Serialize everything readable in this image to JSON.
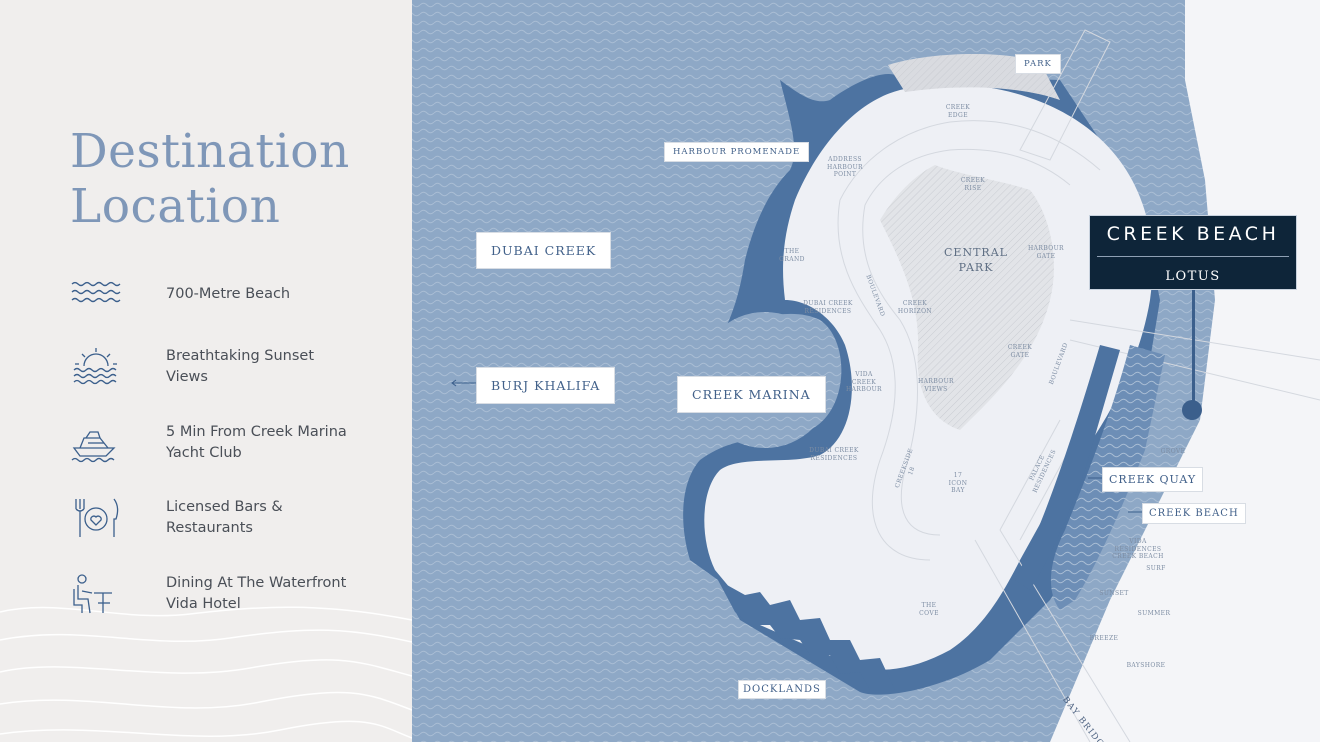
{
  "title": {
    "line1": "Destination",
    "line2": "Location"
  },
  "features": [
    {
      "icon": "waves-icon",
      "line1": "700-Metre Beach",
      "line2": ""
    },
    {
      "icon": "sunset-icon",
      "line1": "Breathtaking Sunset",
      "line2": "Views"
    },
    {
      "icon": "yacht-icon",
      "line1": "5 Min From Creek Marina",
      "line2": "Yacht Club"
    },
    {
      "icon": "restaurant-icon",
      "line1": "Licensed Bars &",
      "line2": "Restaurants"
    },
    {
      "icon": "dining-icon",
      "line1": "Dining At The Waterfront",
      "line2": "Vida Hotel"
    }
  ],
  "map": {
    "labels": {
      "park": "PARK",
      "harbour_promenade": "HARBOUR PROMENADE",
      "dubai_creek": "DUBAI CREEK",
      "burj_khalifa": "BURJ KHALIFA",
      "creek_marina": "CREEK MARINA",
      "creek_quay": "CREEK QUAY",
      "creek_beach_small": "CREEK BEACH",
      "docklands": "DOCKLANDS"
    },
    "destination": {
      "title": "CREEK BEACH",
      "subtitle": "LOTUS"
    },
    "central_park": {
      "line1": "CENTRAL",
      "line2": "PARK"
    },
    "bay_bridge": "BAY BRIDGE",
    "districts": {
      "creek_edge": [
        "CREEK",
        "EDGE"
      ],
      "address_harbour_point": [
        "ADDRESS",
        "HARBOUR",
        "POINT"
      ],
      "creek_rise": [
        "CREEK",
        "RISE"
      ],
      "the_grand": [
        "THE",
        "GRAND"
      ],
      "harbour_gate": [
        "HARBOUR",
        "GATE"
      ],
      "dubai_creek_residences_1": [
        "DUBAI CREEK",
        "RESIDENCES"
      ],
      "boulevard_1": [
        "BOULEVARD"
      ],
      "creek_horizon": [
        "CREEK",
        "HORIZON"
      ],
      "creek_gate": [
        "CREEK",
        "GATE"
      ],
      "boulevard_2": [
        "BOULEVARD"
      ],
      "vida_creek_harbour": [
        "VIDA",
        "CREEK",
        "HARBOUR"
      ],
      "harbour_views": [
        "HARBOUR",
        "VIEWS"
      ],
      "dubai_creek_residences_2": [
        "DUBAI CREEK",
        "RESIDENCES"
      ],
      "creekside_18": [
        "CREEKSIDE",
        "18"
      ],
      "17_icon_bay": [
        "17",
        "ICON",
        "BAY"
      ],
      "palace_residences": [
        "PALACE",
        "RESIDENCES"
      ],
      "grove": [
        "GROVE"
      ],
      "vida_residences_creek_beach": [
        "VIDA RESIDENCES",
        "CREEK BEACH"
      ],
      "surf": [
        "SURF"
      ],
      "sunset": [
        "SUNSET"
      ],
      "summer": [
        "SUMMER"
      ],
      "breeze": [
        "BREEZE"
      ],
      "bayshore": [
        "BAYSHORE"
      ],
      "the_cove": [
        "THE",
        "COVE"
      ]
    }
  },
  "colors": {
    "water": "#8ea8c6",
    "land": "#eef0f5",
    "accent": "#3b5f8c",
    "title": "#7f97b8",
    "text": "#4a4f57",
    "destination_bg": "#0e2539"
  }
}
